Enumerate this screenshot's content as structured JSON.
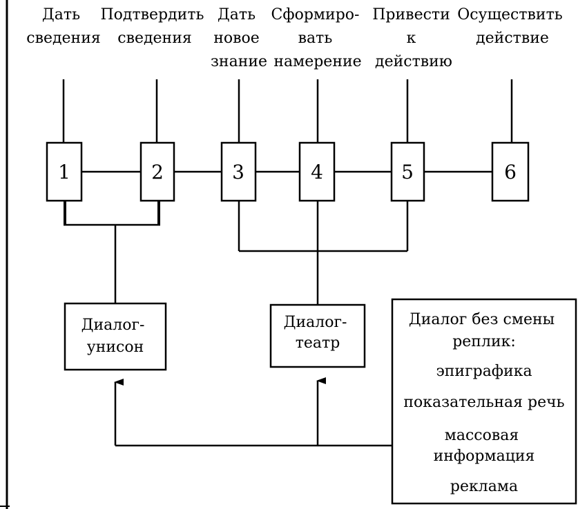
{
  "top_labels": [
    {
      "lines": [
        "Дать",
        "сведения"
      ]
    },
    {
      "lines": [
        "Подтвердить",
        "сведения"
      ]
    },
    {
      "lines": [
        "Дать",
        "новое",
        "знание"
      ]
    },
    {
      "lines": [
        "Сформиро-",
        "вать",
        "намерение"
      ]
    },
    {
      "lines": [
        "Привести",
        "к",
        "действию"
      ]
    },
    {
      "lines": [
        "Осуществить",
        "действие"
      ]
    }
  ],
  "steps": [
    "1",
    "2",
    "3",
    "4",
    "5",
    "6"
  ],
  "dialog_unison": {
    "lines": [
      "Диалог-",
      "унисон"
    ]
  },
  "dialog_theatre": {
    "lines": [
      "Диалог-",
      "театр"
    ]
  },
  "dialog_no_turns": {
    "title_lines": [
      "Диалог без смены",
      "реплик:"
    ],
    "items": [
      "эпиграфика",
      "показательная речь",
      "массовая информация",
      "реклама"
    ],
    "item_lines": [
      [
        "эпиграфика"
      ],
      [
        "показательная речь"
      ],
      [
        "массовая",
        "информация"
      ],
      [
        "реклама"
      ]
    ]
  }
}
